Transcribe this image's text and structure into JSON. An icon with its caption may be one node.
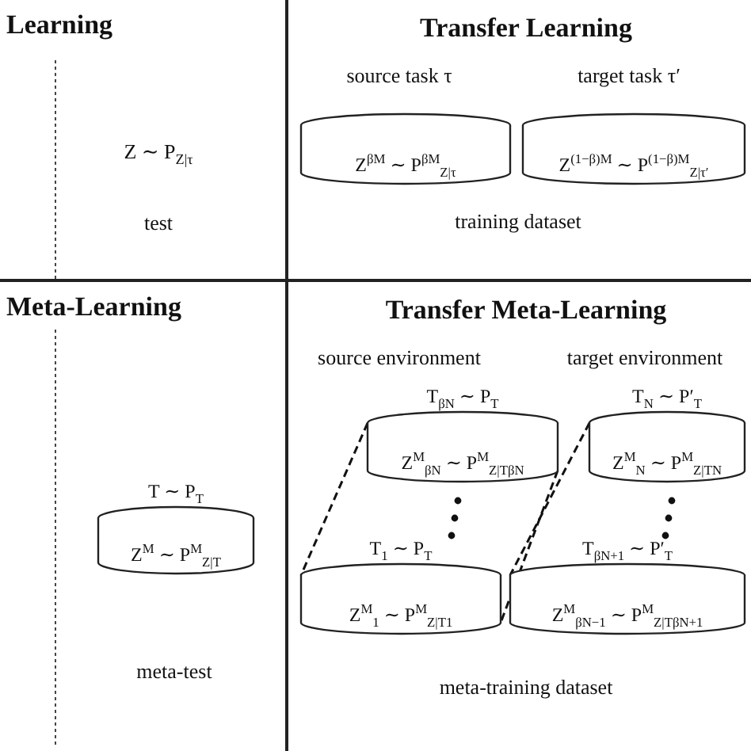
{
  "diagram": {
    "nodes": [
      {
        "text": [
          "Learning",
          "Z ∼ P$_{Z|τ}$",
          "test"
        ]
      },
      {
        "text": [
          "Transfer Learning",
          "source task τ",
          "target task τ′",
          "training dataset"
        ]
      },
      {
        "text": [
          "Z$^{βM}$ ∼ P$^{βM}$$_{Z|τ}$"
        ],
        "in": 1
      },
      {
        "text": [
          "Z$^{(1−β)M}$ ∼ P$^{(1−β)M}$$_{Z|τ′}$"
        ],
        "in": 1
      },
      {
        "text": [
          "Meta-Learning",
          "meta-test"
        ]
      },
      {
        "text": [
          "Z$^{M}$ ∼ P$^{M}$$_{Z|T}$"
        ],
        "in": 4,
        "beside": [
          "T ∼ P$_{T}$"
        ]
      },
      {
        "text": [
          "Transfer Meta-Learning",
          "source environment",
          "target environment",
          "meta-training dataset"
        ]
      },
      {
        "text": [
          "Z$^{M}$$_{βN}$ ∼ P$^{M}$$_{Z|TβN}$"
        ],
        "in": 6,
        "beside": [
          "T$_{βN}$ ∼ P$_{T}$"
        ]
      },
      {
        "text": [
          "Z$^{M}$$_{1}$ ∼ P$^{M}$$_{Z|T1}$"
        ],
        "in": 6,
        "beside": [
          "T$_{1}$ ∼ P$_{T}$"
        ]
      },
      {
        "text": [
          "Z$^{M}$$_{N}$ ∼ P$^{M}$$_{Z|TN}$"
        ],
        "in": 6,
        "beside": [
          "T$_{N}$ ∼ P′$_{T}$"
        ]
      },
      {
        "text": [
          "Z$^{M}$$_{βN−1}$ ∼ P$^{M}$$_{Z|TβN+1}$"
        ],
        "in": 6,
        "beside": [
          "T$_{βN+1}$ ∼ P′$_{T}$"
        ]
      }
    ],
    "edges": [
      {
        "from": 7,
        "to": 8,
        "arrow": "none",
        "style": "dashed"
      },
      {
        "from": 7,
        "to": 8,
        "arrow": "none",
        "style": "dashed"
      },
      {
        "from": 9,
        "to": 10,
        "arrow": "none",
        "style": "dashed"
      }
    ]
  }
}
